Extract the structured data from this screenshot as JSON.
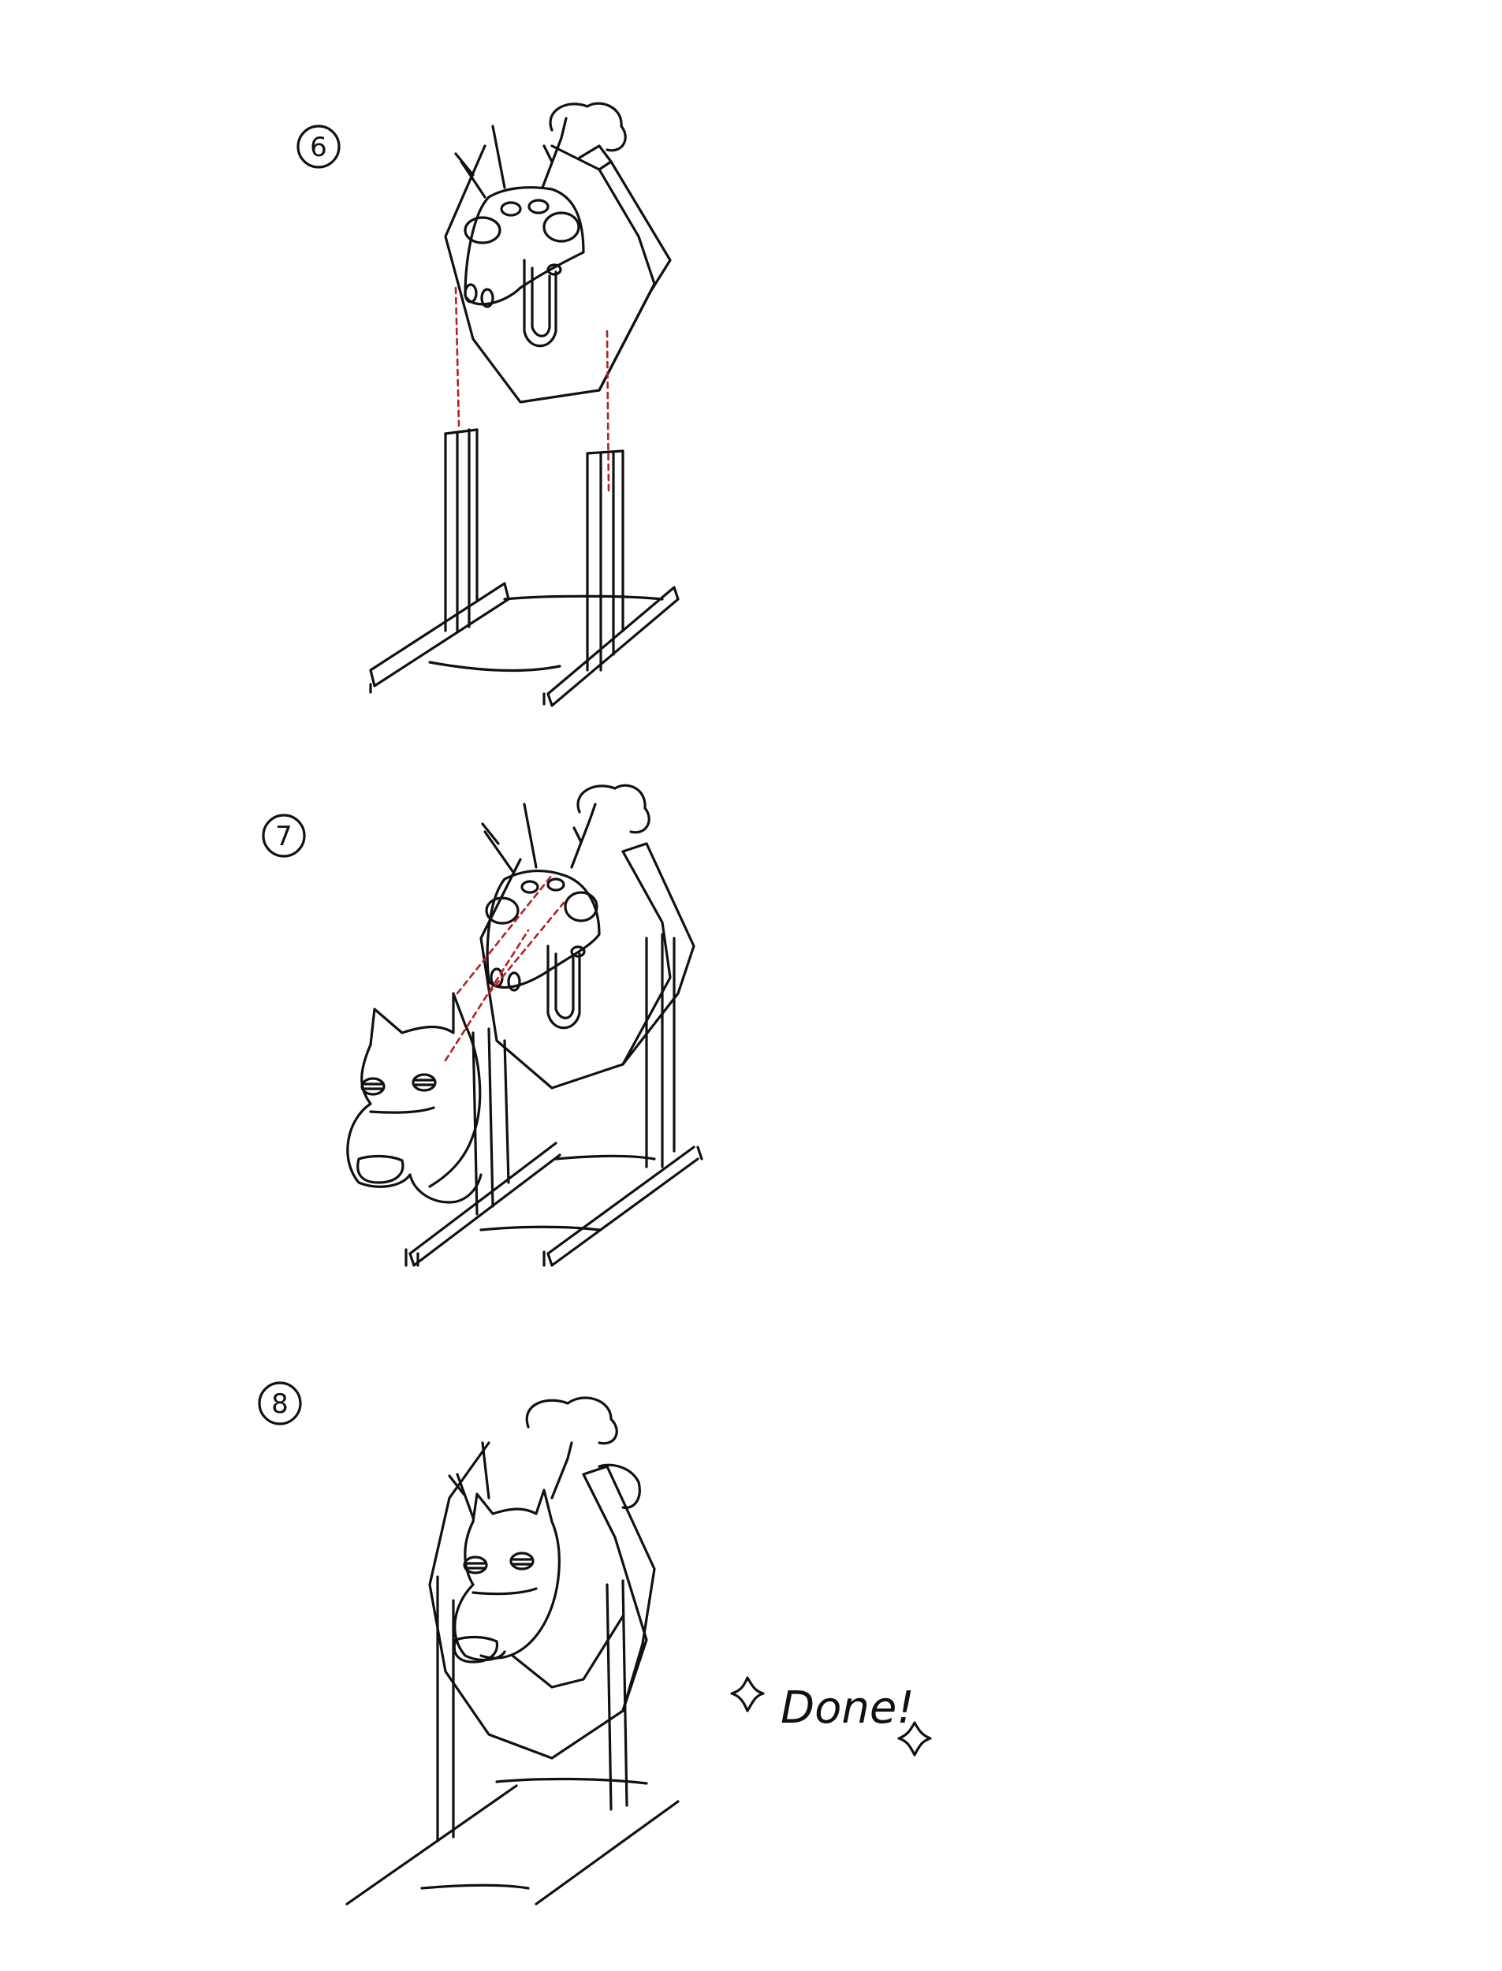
{
  "steps": [
    {
      "label": "6"
    },
    {
      "label": "7"
    },
    {
      "label": "8"
    }
  ],
  "caption": "Done!",
  "colors": {
    "ink": "#111111",
    "guide": "#b22222",
    "background": "#ffffff"
  }
}
